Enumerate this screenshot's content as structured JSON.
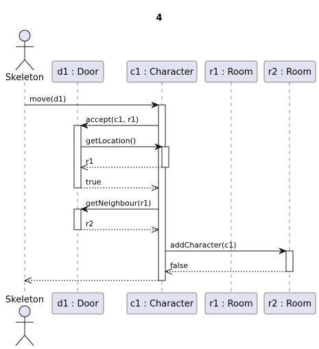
{
  "title": "4",
  "colors": {
    "participant_fill": "#E2E2F0",
    "participant_border": "#181818",
    "lifeline": "#181818",
    "activation_fill": "#ffffff",
    "arrow": "#181818",
    "text": "#000000"
  },
  "participants": [
    {
      "name": "Skeleton",
      "kind": "actor"
    },
    {
      "name": "d1 : Door",
      "kind": "participant"
    },
    {
      "name": "c1 : Character",
      "kind": "participant"
    },
    {
      "name": "r1 : Room",
      "kind": "participant"
    },
    {
      "name": "r2 : Room",
      "kind": "participant"
    }
  ],
  "messages": [
    {
      "from": 0,
      "to": 2,
      "label": "move(d1)",
      "style": "call"
    },
    {
      "from": 2,
      "to": 1,
      "label": "accept(c1, r1)",
      "style": "call"
    },
    {
      "from": 1,
      "to": 2,
      "label": "getLocation()",
      "style": "call"
    },
    {
      "from": 2,
      "to": 1,
      "label": "r1",
      "style": "return"
    },
    {
      "from": 1,
      "to": 2,
      "label": "true",
      "style": "return"
    },
    {
      "from": 2,
      "to": 1,
      "label": "getNeighbour(r1)",
      "style": "call"
    },
    {
      "from": 1,
      "to": 2,
      "label": "r2",
      "style": "return"
    },
    {
      "from": 2,
      "to": 4,
      "label": "addCharacter(c1)",
      "style": "call"
    },
    {
      "from": 4,
      "to": 2,
      "label": "false",
      "style": "return"
    },
    {
      "from": 2,
      "to": 0,
      "label": "",
      "style": "return"
    }
  ]
}
